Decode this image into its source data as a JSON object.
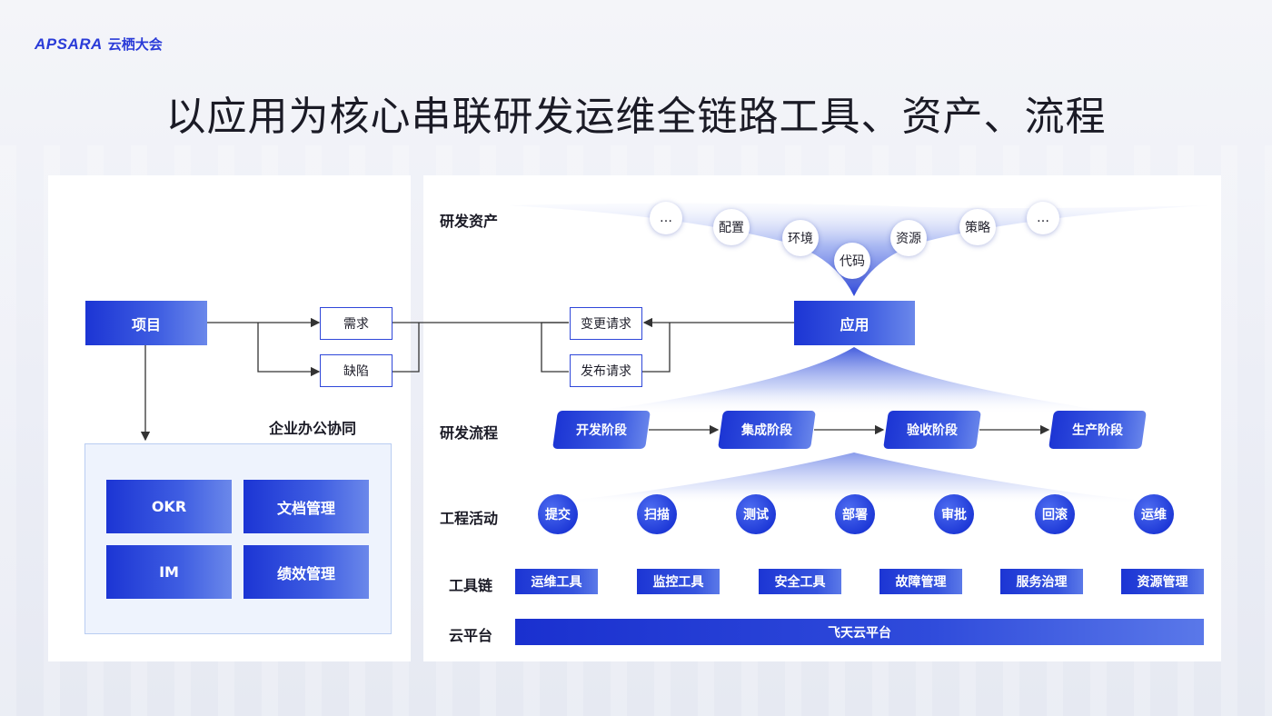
{
  "logo": {
    "brand": "APSARA",
    "name": "云栖大会"
  },
  "title": "以应用为核心串联研发运维全链路工具、资产、流程",
  "left": {
    "project": "项目",
    "demand": "需求",
    "defect": "缺陷",
    "collab_title": "企业办公协同",
    "collab_items": [
      "OKR",
      "文档管理",
      "IM",
      "绩效管理"
    ]
  },
  "right": {
    "row_labels": {
      "assets": "研发资产",
      "process": "研发流程",
      "activities": "工程活动",
      "toolchain": "工具链",
      "cloud": "云平台"
    },
    "assets": [
      "…",
      "配置",
      "环境",
      "代码",
      "资源",
      "策略",
      "…"
    ],
    "change_request": "变更请求",
    "release_request": "发布请求",
    "application": "应用",
    "stages": [
      "开发阶段",
      "集成阶段",
      "验收阶段",
      "生产阶段"
    ],
    "activities": [
      "提交",
      "扫描",
      "测试",
      "部署",
      "审批",
      "回滚",
      "运维"
    ],
    "tools": [
      "运维工具",
      "监控工具",
      "安全工具",
      "故障管理",
      "服务治理",
      "资源管理"
    ],
    "cloud_platform": "飞天云平台"
  },
  "colors": {
    "accent": "#1c35d4",
    "accent_light": "#6b88ea",
    "outline": "#2f47d9"
  }
}
